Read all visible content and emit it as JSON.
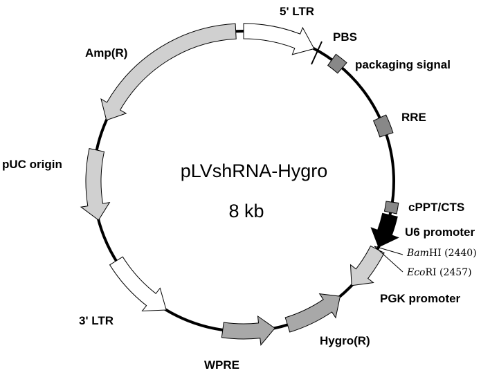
{
  "plasmid": {
    "name": "pLVshRNA-Hygro",
    "size": "8 kb"
  },
  "colors": {
    "backbone": "#000000",
    "feature_white": "#ffffff",
    "feature_light": "#d0d0d0",
    "feature_mid": "#a8a8a8",
    "feature_dark": "#888888",
    "feature_black": "#000000"
  },
  "labels": {
    "ltr5": "5' LTR",
    "pbs": "PBS",
    "packaging": "packaging signal",
    "rre": "RRE",
    "cppt": "cPPT/CTS",
    "u6": "U6 promoter",
    "bamhi_enzyme": "Bam",
    "bamhi_suffix": "HI (2440)",
    "ecori_enzyme": "Eco",
    "ecori_suffix": "RI (2457)",
    "pgk": "PGK promoter",
    "hygro": "Hygro(R)",
    "wpre": "WPRE",
    "ltr3": "3' LTR",
    "puc": "pUC origin",
    "amp": "Amp(R)"
  }
}
